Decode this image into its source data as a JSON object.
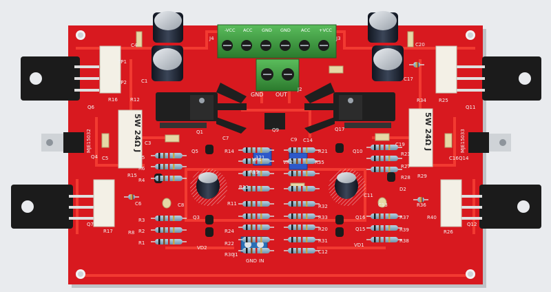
{
  "colors": {
    "background": "#e9ebee",
    "pcb": "#d8191f",
    "trace": "#f23a31",
    "silkscreen": "#f2f2f2",
    "terminal": "#3d9b3e",
    "heatsink": "#1f1f1f",
    "transistor": "#1b1b1b",
    "resistor_body": "#8fb4cc",
    "capacitor": "#202a3a",
    "ceramic_resistor": "#f3f0e6"
  },
  "board": {
    "power_terminal_labels": [
      "-VCC",
      "ACC",
      "GND",
      "GND",
      "ACC",
      "+VCC"
    ],
    "power_connector_label": "J4",
    "power_connector_label_2": "J3",
    "output_terminal_labels": [
      "GND",
      "OUT"
    ],
    "output_connector_label": "J2",
    "input_terminal_labels": [
      "GND",
      "IN"
    ],
    "input_connector_label": "J1",
    "emitter_resistor_text_left": "5W 24Ω J",
    "emitter_resistor_text_right": "5W 24Ω J",
    "driver_label_left": "MJE15032",
    "driver_label_right": "MJE15033",
    "component_labels": {
      "left": [
        "C4",
        "C1",
        "TP1",
        "TP2",
        "Q6",
        "R16",
        "R12",
        "Q1",
        "C3",
        "Q4",
        "C5",
        "Q5",
        "R14",
        "R5",
        "R6",
        "R4",
        "R15",
        "C6",
        "C8",
        "R3",
        "Q3",
        "R2",
        "R1",
        "Q7",
        "R17",
        "R8",
        "VD2",
        "R24",
        "R22",
        "R30",
        "R11",
        "R19",
        "R13",
        "C7",
        "VR1",
        "Q9"
      ],
      "right": [
        "C20",
        "C17",
        "R34",
        "R25",
        "Q11",
        "Q17",
        "C14",
        "R21",
        "Q10",
        "C19",
        "R35",
        "VR2",
        "R23",
        "R27",
        "R28",
        "R29",
        "Q14",
        "C16",
        "C11",
        "C13",
        "D2",
        "R36",
        "R37",
        "R32",
        "R33",
        "R20",
        "R31",
        "Q15",
        "Q16",
        "R39",
        "R38",
        "R40",
        "R26",
        "Q12",
        "VD1",
        "C12",
        "C9"
      ]
    },
    "trimmer_text": "121"
  }
}
